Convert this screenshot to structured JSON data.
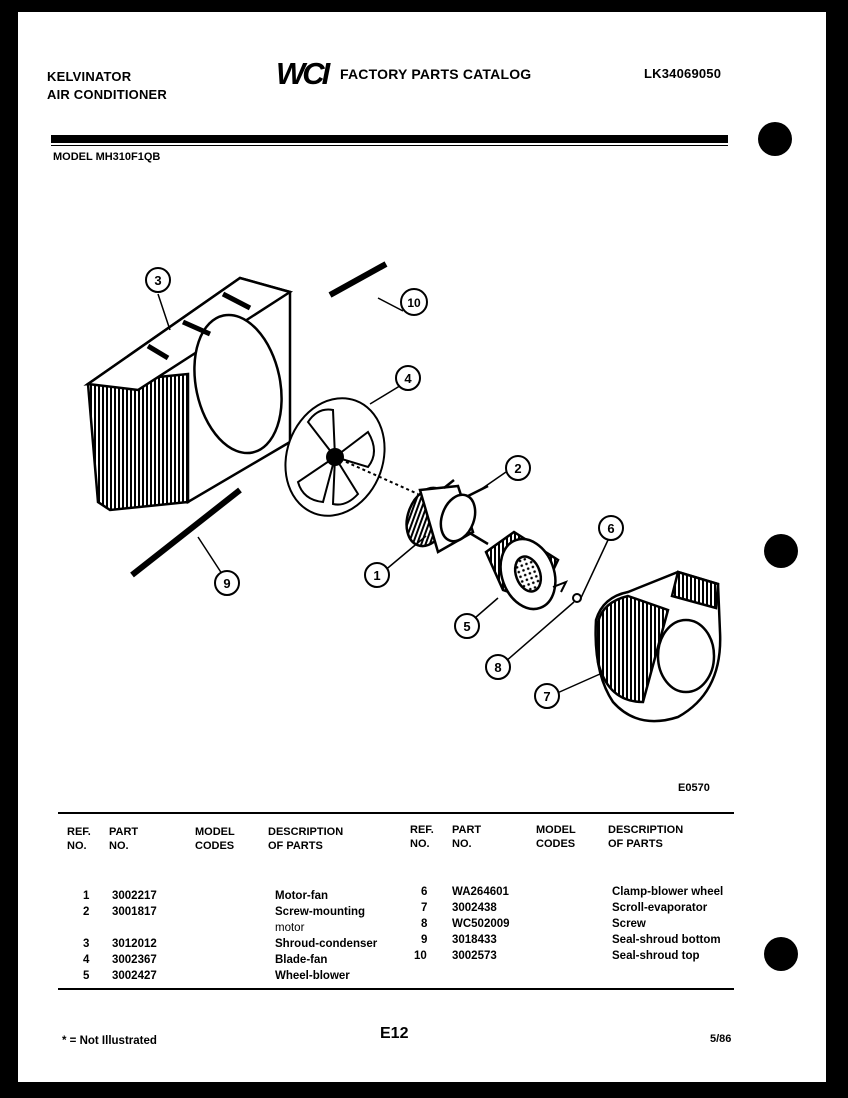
{
  "header": {
    "brand_line1": "KELVINATOR",
    "brand_line2": "AIR CONDITIONER",
    "logo_text": "WCI",
    "catalog_title": "FACTORY PARTS CATALOG",
    "catalog_number": "LK34069050",
    "model_label": "MODEL MH310F1QB"
  },
  "diagram": {
    "code": "E0570",
    "callouts": [
      "1",
      "2",
      "3",
      "4",
      "5",
      "6",
      "7",
      "8",
      "9",
      "10"
    ]
  },
  "table": {
    "headers": {
      "ref_no": [
        "REF.",
        "NO."
      ],
      "part_no": [
        "PART",
        "NO."
      ],
      "model_codes": [
        "MODEL",
        "CODES"
      ],
      "description": [
        "DESCRIPTION",
        "OF PARTS"
      ]
    },
    "left_rows": [
      {
        "ref": "1",
        "part": "3002217",
        "codes": "",
        "desc": "Motor-fan"
      },
      {
        "ref": "2",
        "part": "3001817",
        "codes": "",
        "desc": "Screw-mounting"
      },
      {
        "ref": "",
        "part": "",
        "codes": "",
        "desc": "motor"
      },
      {
        "ref": "3",
        "part": "3012012",
        "codes": "",
        "desc": "Shroud-condenser"
      },
      {
        "ref": "4",
        "part": "3002367",
        "codes": "",
        "desc": "Blade-fan"
      },
      {
        "ref": "5",
        "part": "3002427",
        "codes": "",
        "desc": "Wheel-blower"
      }
    ],
    "right_rows": [
      {
        "ref": "6",
        "part": "WA264601",
        "codes": "",
        "desc": "Clamp-blower wheel"
      },
      {
        "ref": "7",
        "part": "3002438",
        "codes": "",
        "desc": "Scroll-evaporator"
      },
      {
        "ref": "8",
        "part": "WC502009",
        "codes": "",
        "desc": "Screw"
      },
      {
        "ref": "9",
        "part": "3018433",
        "codes": "",
        "desc": "Seal-shroud bottom"
      },
      {
        "ref": "10",
        "part": "3002573",
        "codes": "",
        "desc": "Seal-shroud top"
      }
    ]
  },
  "footer": {
    "note": "* = Not Illustrated",
    "page_code": "E12",
    "date": "5/86"
  }
}
